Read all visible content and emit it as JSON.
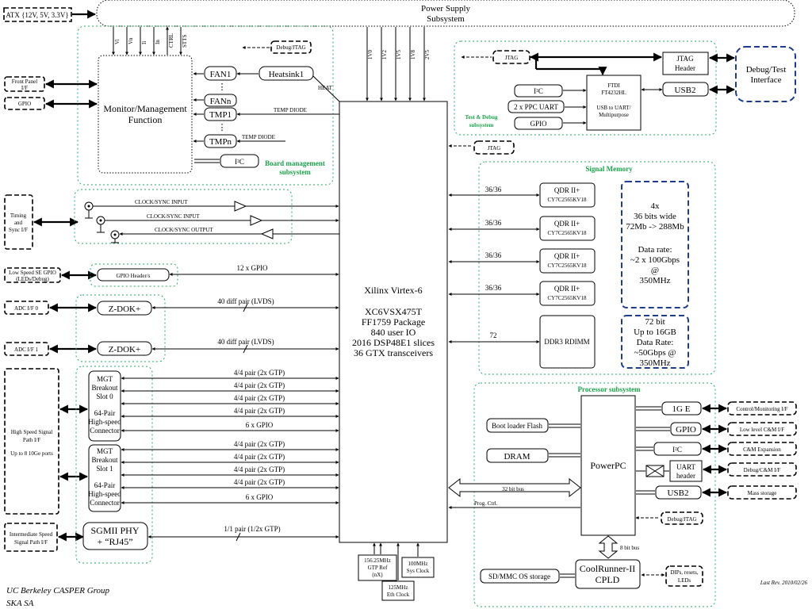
{
  "power": {
    "atx_label": "ATX {12V, 5V, 3.3V}",
    "title_line1": "Power Supply",
    "title_line2": "Subsystem",
    "rails": [
      "1V0",
      "1V2",
      "1V5",
      "1V8",
      "2V5"
    ]
  },
  "board_mgmt": {
    "function_line1": "Monitor/Management",
    "function_line2": "Function",
    "signals": [
      "Vi",
      "Vn",
      "Ii",
      "In",
      "CTRL",
      "STTS"
    ],
    "debug_jtag": "Debug/JTAG",
    "fan1": "FAN1",
    "fann": "FANn",
    "heatsink": "Heatsink1",
    "heat": "HEAT",
    "tmp1": "TMP1",
    "tmpn": "TMPn",
    "temp_diode": "TEMP DIODE",
    "i2c": "I²C",
    "label_line1": "Board management",
    "label_line2": "subsystem"
  },
  "left_io": {
    "front_panel_line1": "Front Panel",
    "front_panel_line2": "I/F",
    "gpio": "GPIO",
    "timing": [
      "Timing",
      "and",
      "Sync I/F"
    ],
    "lowspeed_line1": "Low Speed SE GPIO",
    "lowspeed_line2": "(LEDs/Debug)",
    "adc0": "ADC I/F 0",
    "adc1": "ADC I/F 1",
    "highspeed_line1": "High Speed Signal",
    "highspeed_line2": "Path I/F",
    "highspeed_line3": "Up to 8 10Ge ports",
    "intermediate_line1": "Intermediate Speed",
    "intermediate_line2": "Signal Path I/F"
  },
  "clocks": {
    "in1": "CLOCK/SYNC INPUT",
    "in2": "CLOCK/SYNC INPUT",
    "out": "CLOCK/SYNC OUTPUT"
  },
  "gpio_header": "GPIO Header/s",
  "gpio_bus": "12 x GPIO",
  "zdok": {
    "label": "Z-DOK+",
    "bus": "40 diff pair (LVDS)"
  },
  "mgt": {
    "slot0": [
      "MGT",
      "Breakout",
      "Slot 0",
      "",
      "64-Pair",
      "High-speed",
      "Connector"
    ],
    "slot1": [
      "MGT",
      "Breakout",
      "Slot 1",
      "",
      "64-Pair",
      "High-speed",
      "Connector"
    ],
    "pair": "4/4 pair (2x GTP)",
    "gpio": "6 x GPIO"
  },
  "sgmii": {
    "line1": "SGMII PHY",
    "line2": "+ “RJ45”",
    "bus": "1/1 pair (1/2x GTP)"
  },
  "fpga": {
    "lines": [
      "Xilinx Virtex-6",
      "",
      "XC6VSX475T",
      "FF1759 Package",
      "840 user IO",
      "2016 DSP48E1 slices",
      "36 GTX transceivers"
    ]
  },
  "clock_boxes": {
    "gtp": [
      "156.25MHz",
      "GTP Ref",
      "(nX)"
    ],
    "sys": [
      "100MHz",
      "Sys Clock"
    ],
    "eth": [
      "125MHz",
      "Eth Clock"
    ]
  },
  "test_debug": {
    "jtag": "JTAG",
    "jtag_header_line1": "JTAG",
    "jtag_header_line2": "Header",
    "debug_interface_line1": "Debug/Test",
    "debug_interface_line2": "Interface",
    "i2c": "I²C",
    "ppc_uart": "2 x PPC UART",
    "gpio": "GPIO",
    "ftdi": [
      "FTDI",
      "FT4232HL",
      "",
      "USB to UART/",
      "Multipurpose"
    ],
    "usb2": "USB2",
    "label_line1": "Test & Debug",
    "label_line2": "subsystem",
    "jtag_fpga": "JTAG"
  },
  "memory": {
    "title": "Signal Memory",
    "qdr_line1": "QDR II+",
    "qdr_line2": "CY7C2565KV18",
    "bus": "36/36",
    "ddr": "DDR3 RDIMM",
    "ddr_bus": "72",
    "qdr_info": [
      "4x",
      "36 bits wide",
      "72Mb -> 288Mb",
      "",
      "Data rate:",
      "~2 x 100Gbps",
      "@",
      "350MHz"
    ],
    "ddr_info": [
      "72 bit",
      "Up to 16GB",
      "Data Rate:",
      "~50Gbps @",
      "350MHz"
    ]
  },
  "processor": {
    "title": "Processor subsystem",
    "boot_flash": "Boot loader Flash",
    "dram": "DRAM",
    "powerpc": "PowerPC",
    "ige": "1G E",
    "gpio": "GPIO",
    "i2c": "I²C",
    "uart_line1": "UART",
    "uart_line2": "header",
    "usb2": "USB2",
    "ext_control": "Control/Monitoring I/F",
    "ext_lowlevel": "Low level C&M I/F",
    "ext_cm": "C&M Expansion",
    "ext_debug": "Debug/C&M I/F",
    "ext_mass": "Mass storage",
    "debug_jtag": "Debug/JTAG",
    "bus32": "32 bit bus",
    "prog_ctrl": "Prog. Ctrl.",
    "bus8": "8 bit bus",
    "sdmmc": "SD/MMC OS storage",
    "cpld_line1": "CoolRunner-II",
    "cpld_line2": "CPLD",
    "dips_line1": "DIPs, resets,",
    "dips_line2": "LEDs"
  },
  "footer": {
    "group": "UC Berkeley CASPER Group",
    "org": "SKA SA",
    "rev": "Last Rev. 2010/02/26"
  }
}
